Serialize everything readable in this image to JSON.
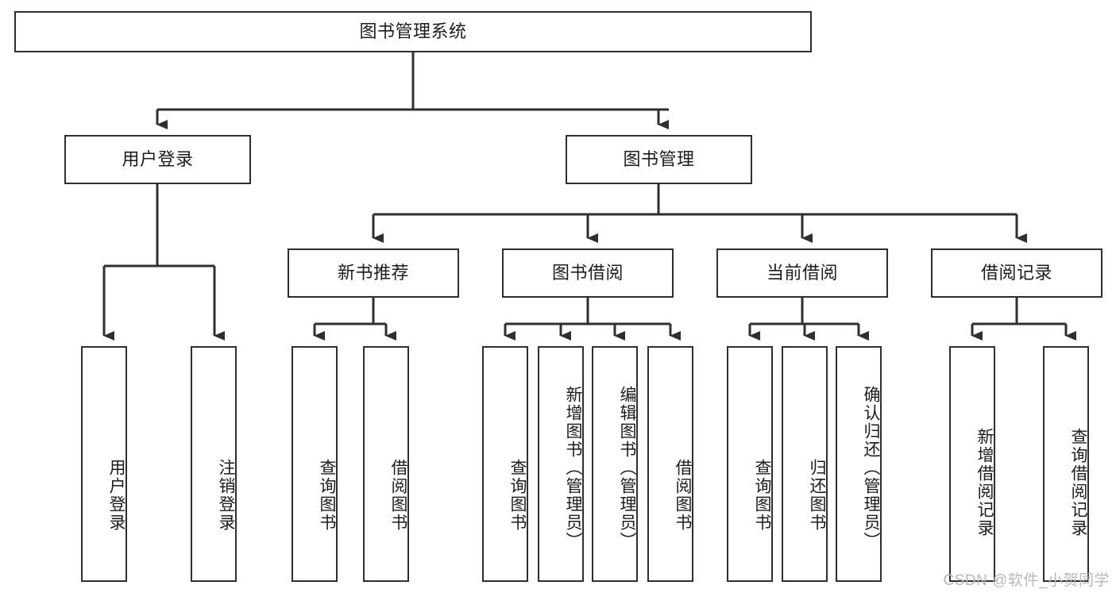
{
  "diagram": {
    "title": "图书管理系统",
    "type": "tree-hierarchy",
    "watermark": "CSDN @软件_小贺同学",
    "colors": {
      "stroke": "#2f2f2f",
      "fill": "#ffffff",
      "text": "#1c1c1c",
      "watermark": "#b8b8b8"
    },
    "nodes": {
      "root": {
        "label": "图书管理系统"
      },
      "level2": [
        {
          "id": "user-login",
          "label": "用户登录"
        },
        {
          "id": "book-management",
          "label": "图书管理"
        }
      ],
      "level3": [
        {
          "id": "new-book-recommend",
          "label": "新书推荐"
        },
        {
          "id": "book-borrow",
          "label": "图书借阅"
        },
        {
          "id": "current-borrow",
          "label": "当前借阅"
        },
        {
          "id": "borrow-record",
          "label": "借阅记录"
        }
      ],
      "leaves": {
        "user_login": [
          {
            "id": "leaf-user-login",
            "label": "用户登录"
          },
          {
            "id": "leaf-logout-login",
            "label": "注销登录"
          }
        ],
        "new_book_recommend": [
          {
            "id": "leaf-query-book-1",
            "label": "查询图书"
          },
          {
            "id": "leaf-borrow-book-1",
            "label": "借阅图书"
          }
        ],
        "book_borrow": [
          {
            "id": "leaf-query-book-2",
            "label": "查询图书"
          },
          {
            "id": "leaf-add-book-admin",
            "label": "新增图书（管理员）"
          },
          {
            "id": "leaf-edit-book-admin",
            "label": "编辑图书（管理员）"
          },
          {
            "id": "leaf-borrow-book-2",
            "label": "借阅图书"
          }
        ],
        "current_borrow": [
          {
            "id": "leaf-query-book-3",
            "label": "查询图书"
          },
          {
            "id": "leaf-return-book",
            "label": "归还图书"
          },
          {
            "id": "leaf-confirm-return-admin",
            "label": "确认归还（管理员）"
          }
        ],
        "borrow_record": [
          {
            "id": "leaf-add-borrow-record",
            "label": "新增借阅记录"
          },
          {
            "id": "leaf-query-borrow-record",
            "label": "查询借阅记录"
          }
        ]
      }
    }
  }
}
